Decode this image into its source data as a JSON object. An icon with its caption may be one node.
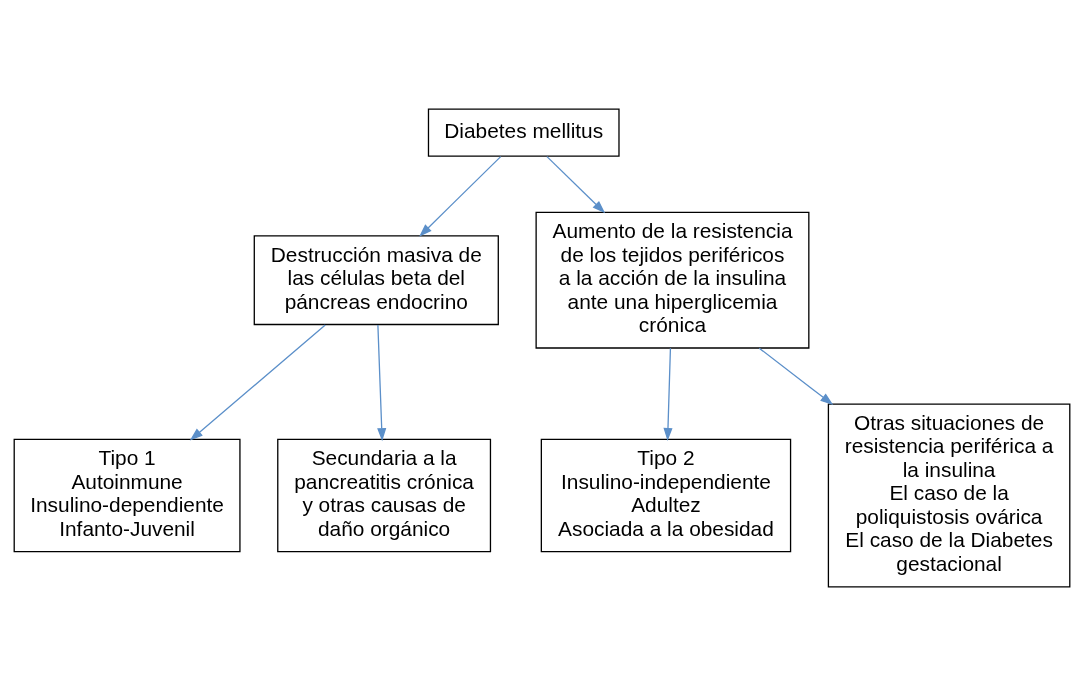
{
  "diagram": {
    "nodes": [
      {
        "text": [
          "Diabetes mellitus"
        ]
      },
      {
        "text": [
          "Destrucción masiva de las células beta del páncreas endocrino"
        ]
      },
      {
        "text": [
          "Aumento de la resistencia de los tejidos periféricos a la acción de la insulina ante una hiperglicemia crónica"
        ]
      },
      {
        "text": [
          "Tipo 1",
          "Autoinmune",
          "Insulino-dependiente",
          "Infanto-Juvenil"
        ]
      },
      {
        "text": [
          "Secundaria a la pancreatitis crónica y otras causas de daño orgánico"
        ]
      },
      {
        "text": [
          "Tipo 2",
          "Insulino-independiente",
          "Adultez",
          "Asociada a la obesidad"
        ]
      },
      {
        "text": [
          "Otras situaciones de resistencia periférica a la insulina",
          "El caso de la poliquistosis ovárica",
          "El caso de la Diabetes gestacional"
        ]
      }
    ],
    "edges": [
      {
        "from": 0,
        "to": 1,
        "arrow": "to"
      },
      {
        "from": 0,
        "to": 2,
        "arrow": "to"
      },
      {
        "from": 1,
        "to": 3,
        "arrow": "to"
      },
      {
        "from": 1,
        "to": 4,
        "arrow": "to"
      },
      {
        "from": 2,
        "to": 5,
        "arrow": "to"
      },
      {
        "from": 2,
        "to": 6,
        "arrow": "to"
      }
    ]
  }
}
